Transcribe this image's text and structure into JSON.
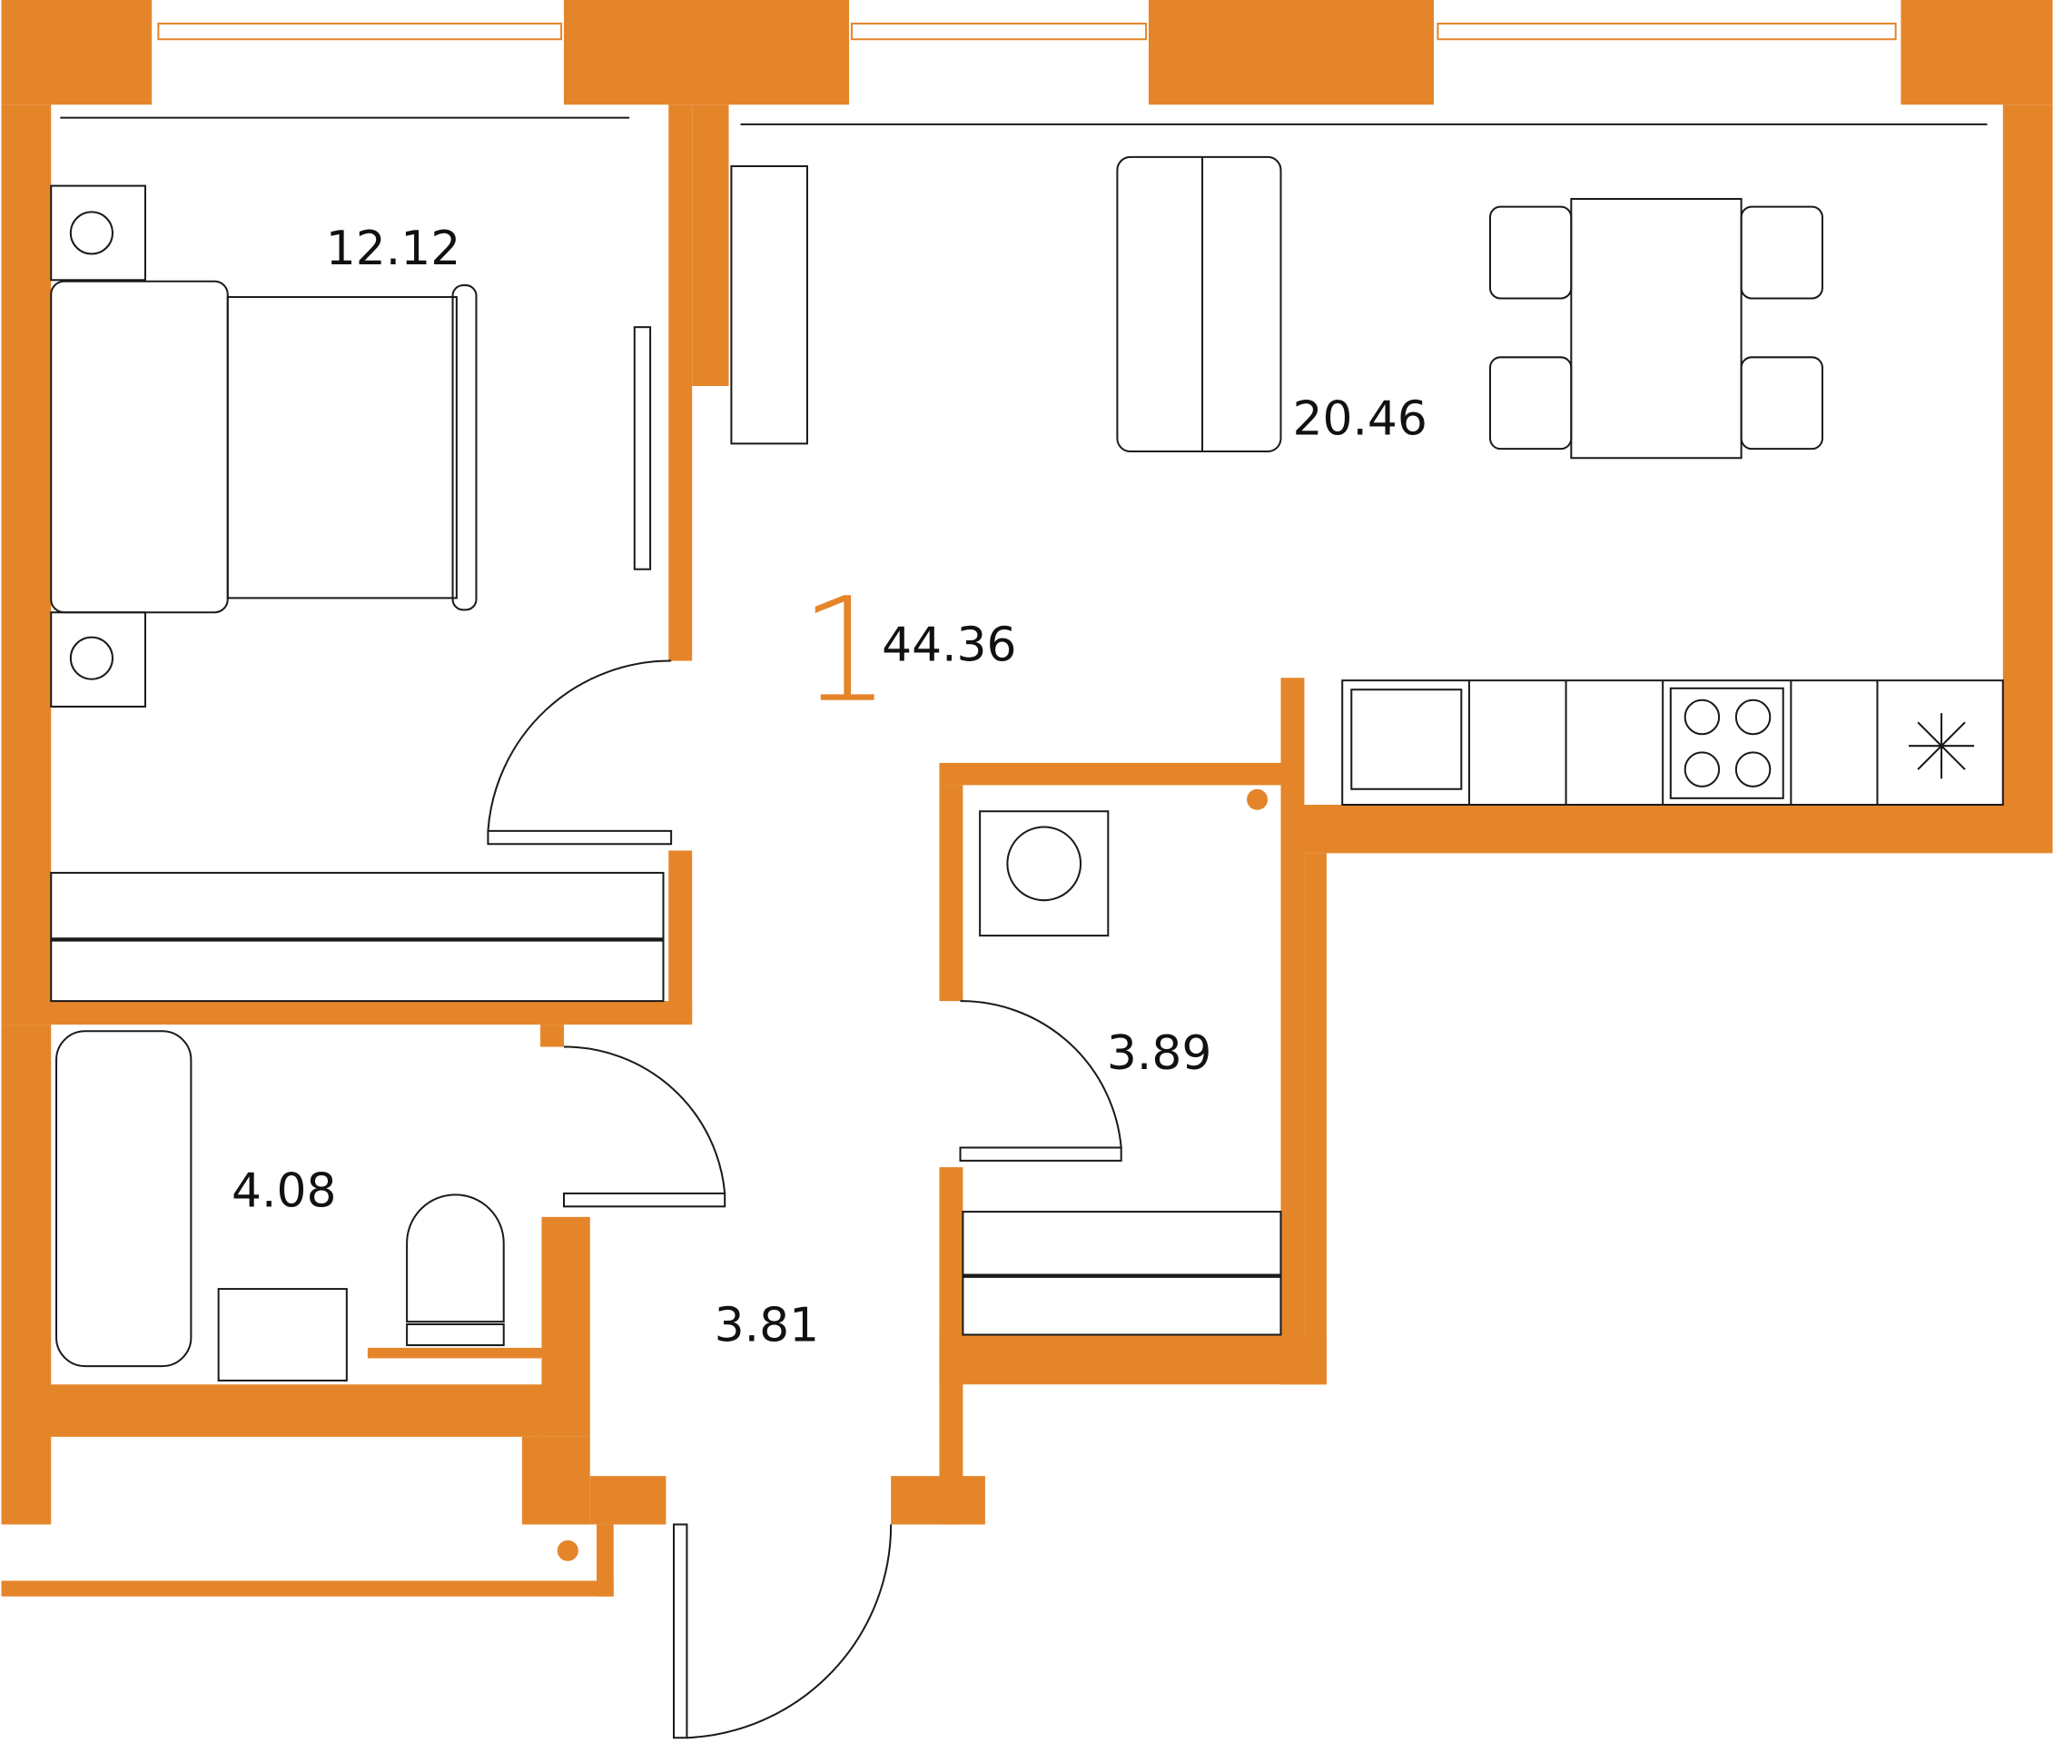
{
  "plan": {
    "room_count": "1",
    "total_area": "44.36",
    "rooms": {
      "bedroom": "12.12",
      "living_kitchen": "20.46",
      "bathroom": "4.08",
      "hallway": "3.81",
      "laundry": "3.89"
    }
  },
  "colors": {
    "wall": "#E5852A",
    "line": "#1a1a1a"
  }
}
